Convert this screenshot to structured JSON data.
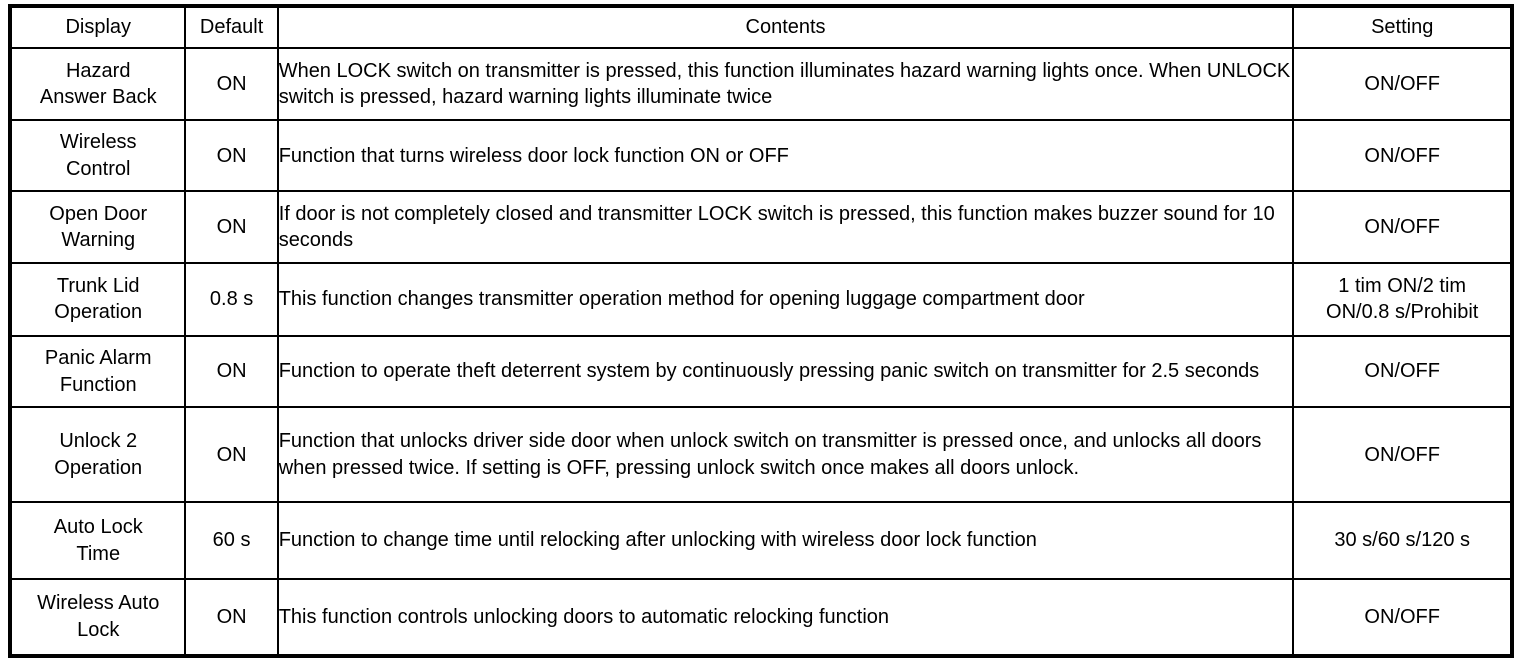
{
  "table": {
    "headers": [
      {
        "key": "display",
        "label": "Display"
      },
      {
        "key": "default",
        "label": "Default"
      },
      {
        "key": "contents",
        "label": "Contents"
      },
      {
        "key": "setting",
        "label": "Setting"
      }
    ],
    "rows": [
      {
        "display_line1": "Hazard",
        "display_line2": "Answer Back",
        "default": "ON",
        "contents": "When LOCK switch on transmitter is pressed, this function illuminates hazard warning lights once. When UNLOCK switch is pressed, hazard warning lights illuminate twice",
        "setting_line1": "ON/OFF",
        "setting_line2": ""
      },
      {
        "display_line1": "Wireless",
        "display_line2": "Control",
        "default": "ON",
        "contents": "Function that turns wireless door lock function ON or OFF",
        "setting_line1": "ON/OFF",
        "setting_line2": ""
      },
      {
        "display_line1": "Open Door",
        "display_line2": "Warning",
        "default": "ON",
        "contents": "If door is not completely closed and transmitter LOCK switch is pressed, this function makes buzzer sound for 10 seconds",
        "setting_line1": "ON/OFF",
        "setting_line2": ""
      },
      {
        "display_line1": "Trunk Lid",
        "display_line2": "Operation",
        "default": "0.8 s",
        "contents": "This function changes transmitter operation method for opening luggage compartment door",
        "setting_line1": "1 tim ON/2 tim",
        "setting_line2": "ON/0.8 s/Prohibit"
      },
      {
        "display_line1": "Panic Alarm",
        "display_line2": "Function",
        "default": "ON",
        "contents": "Function to operate theft deterrent system by continuously pressing panic switch on transmitter for 2.5 seconds",
        "setting_line1": "ON/OFF",
        "setting_line2": ""
      },
      {
        "display_line1": "Unlock 2",
        "display_line2": "Operation",
        "default": "ON",
        "contents": "Function that unlocks driver side door when unlock switch on transmitter is pressed once, and unlocks all doors when pressed twice. If setting is OFF, pressing unlock switch once makes all doors unlock.",
        "setting_line1": "ON/OFF",
        "setting_line2": ""
      },
      {
        "display_line1": "Auto Lock",
        "display_line2": "Time",
        "default": "60 s",
        "contents": "Function to change time until relocking after unlocking with wireless door lock function",
        "setting_line1": "30 s/60 s/120 s",
        "setting_line2": ""
      },
      {
        "display_line1": "Wireless Auto",
        "display_line2": "Lock",
        "default": "ON",
        "contents": "This function controls unlocking doors to automatic relocking function",
        "setting_line1": "ON/OFF",
        "setting_line2": ""
      }
    ]
  }
}
